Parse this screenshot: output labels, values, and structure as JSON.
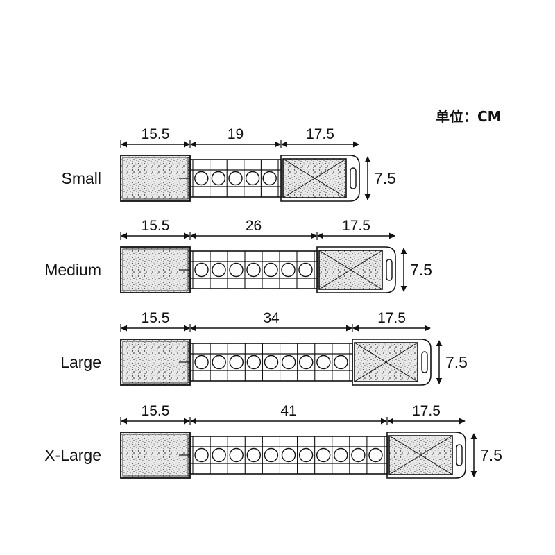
{
  "unit_label": "单位：CM",
  "colors": {
    "ink": "#111111",
    "felt": "#e9e9e9",
    "background": "#ffffff"
  },
  "straps": [
    {
      "name": "Small",
      "dims": {
        "a": "15.5",
        "b": "19",
        "c": "17.5",
        "h": "7.5"
      },
      "cells": 5
    },
    {
      "name": "Medium",
      "dims": {
        "a": "15.5",
        "b": "26",
        "c": "17.5",
        "h": "7.5"
      },
      "cells": 7
    },
    {
      "name": "Large",
      "dims": {
        "a": "15.5",
        "b": "34",
        "c": "17.5",
        "h": "7.5"
      },
      "cells": 9
    },
    {
      "name": "X-Large",
      "dims": {
        "a": "15.5",
        "b": "41",
        "c": "17.5",
        "h": "7.5"
      },
      "cells": 11
    }
  ]
}
